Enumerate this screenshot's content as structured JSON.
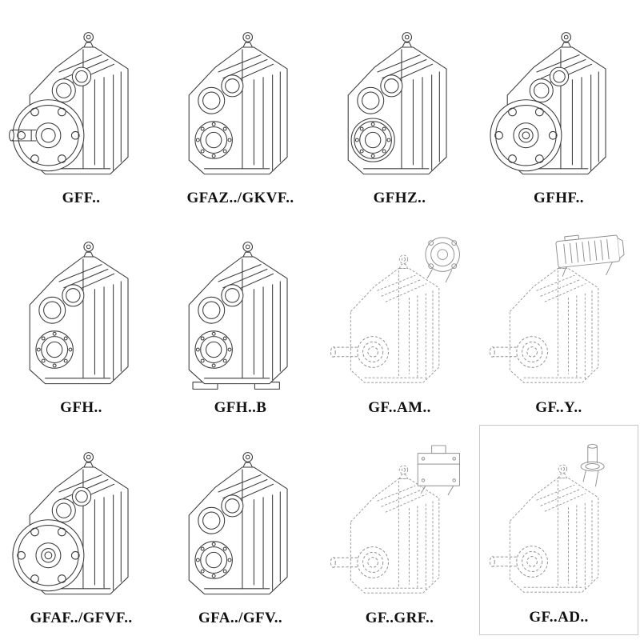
{
  "page": {
    "colors": {
      "line": "#3d3d3d",
      "dashed_line": "#8f8f8f",
      "background": "#ffffff"
    }
  },
  "cells": [
    {
      "label": "GFF..",
      "drawing": "gearbox-flange-solid-shaft"
    },
    {
      "label": "GFAZ../GKVF..",
      "drawing": "gearbox-hollow-shaft"
    },
    {
      "label": "GFHZ..",
      "drawing": "gearbox-hollow-shaft-shrink-disc"
    },
    {
      "label": "GFHF..",
      "drawing": "gearbox-flange-hollow-shaft"
    },
    {
      "label": "GFH..",
      "drawing": "gearbox-hollow-shaft"
    },
    {
      "label": "GFH..B",
      "drawing": "gearbox-hollow-shaft-foot-mounted"
    },
    {
      "label": "GF..AM..",
      "drawing": "gearbox-motor-adapter-flange"
    },
    {
      "label": "GF..Y..",
      "drawing": "gearbox-with-motor"
    },
    {
      "label": "GFAF../GFVF..",
      "drawing": "gearbox-flange-hollow-shaft"
    },
    {
      "label": "GFA../GFV..",
      "drawing": "gearbox-hollow-shaft"
    },
    {
      "label": "GF..GRF..",
      "drawing": "gearbox-adapter-housing"
    },
    {
      "label": "GF..AD..",
      "drawing": "gearbox-input-shaft-adapter"
    }
  ]
}
